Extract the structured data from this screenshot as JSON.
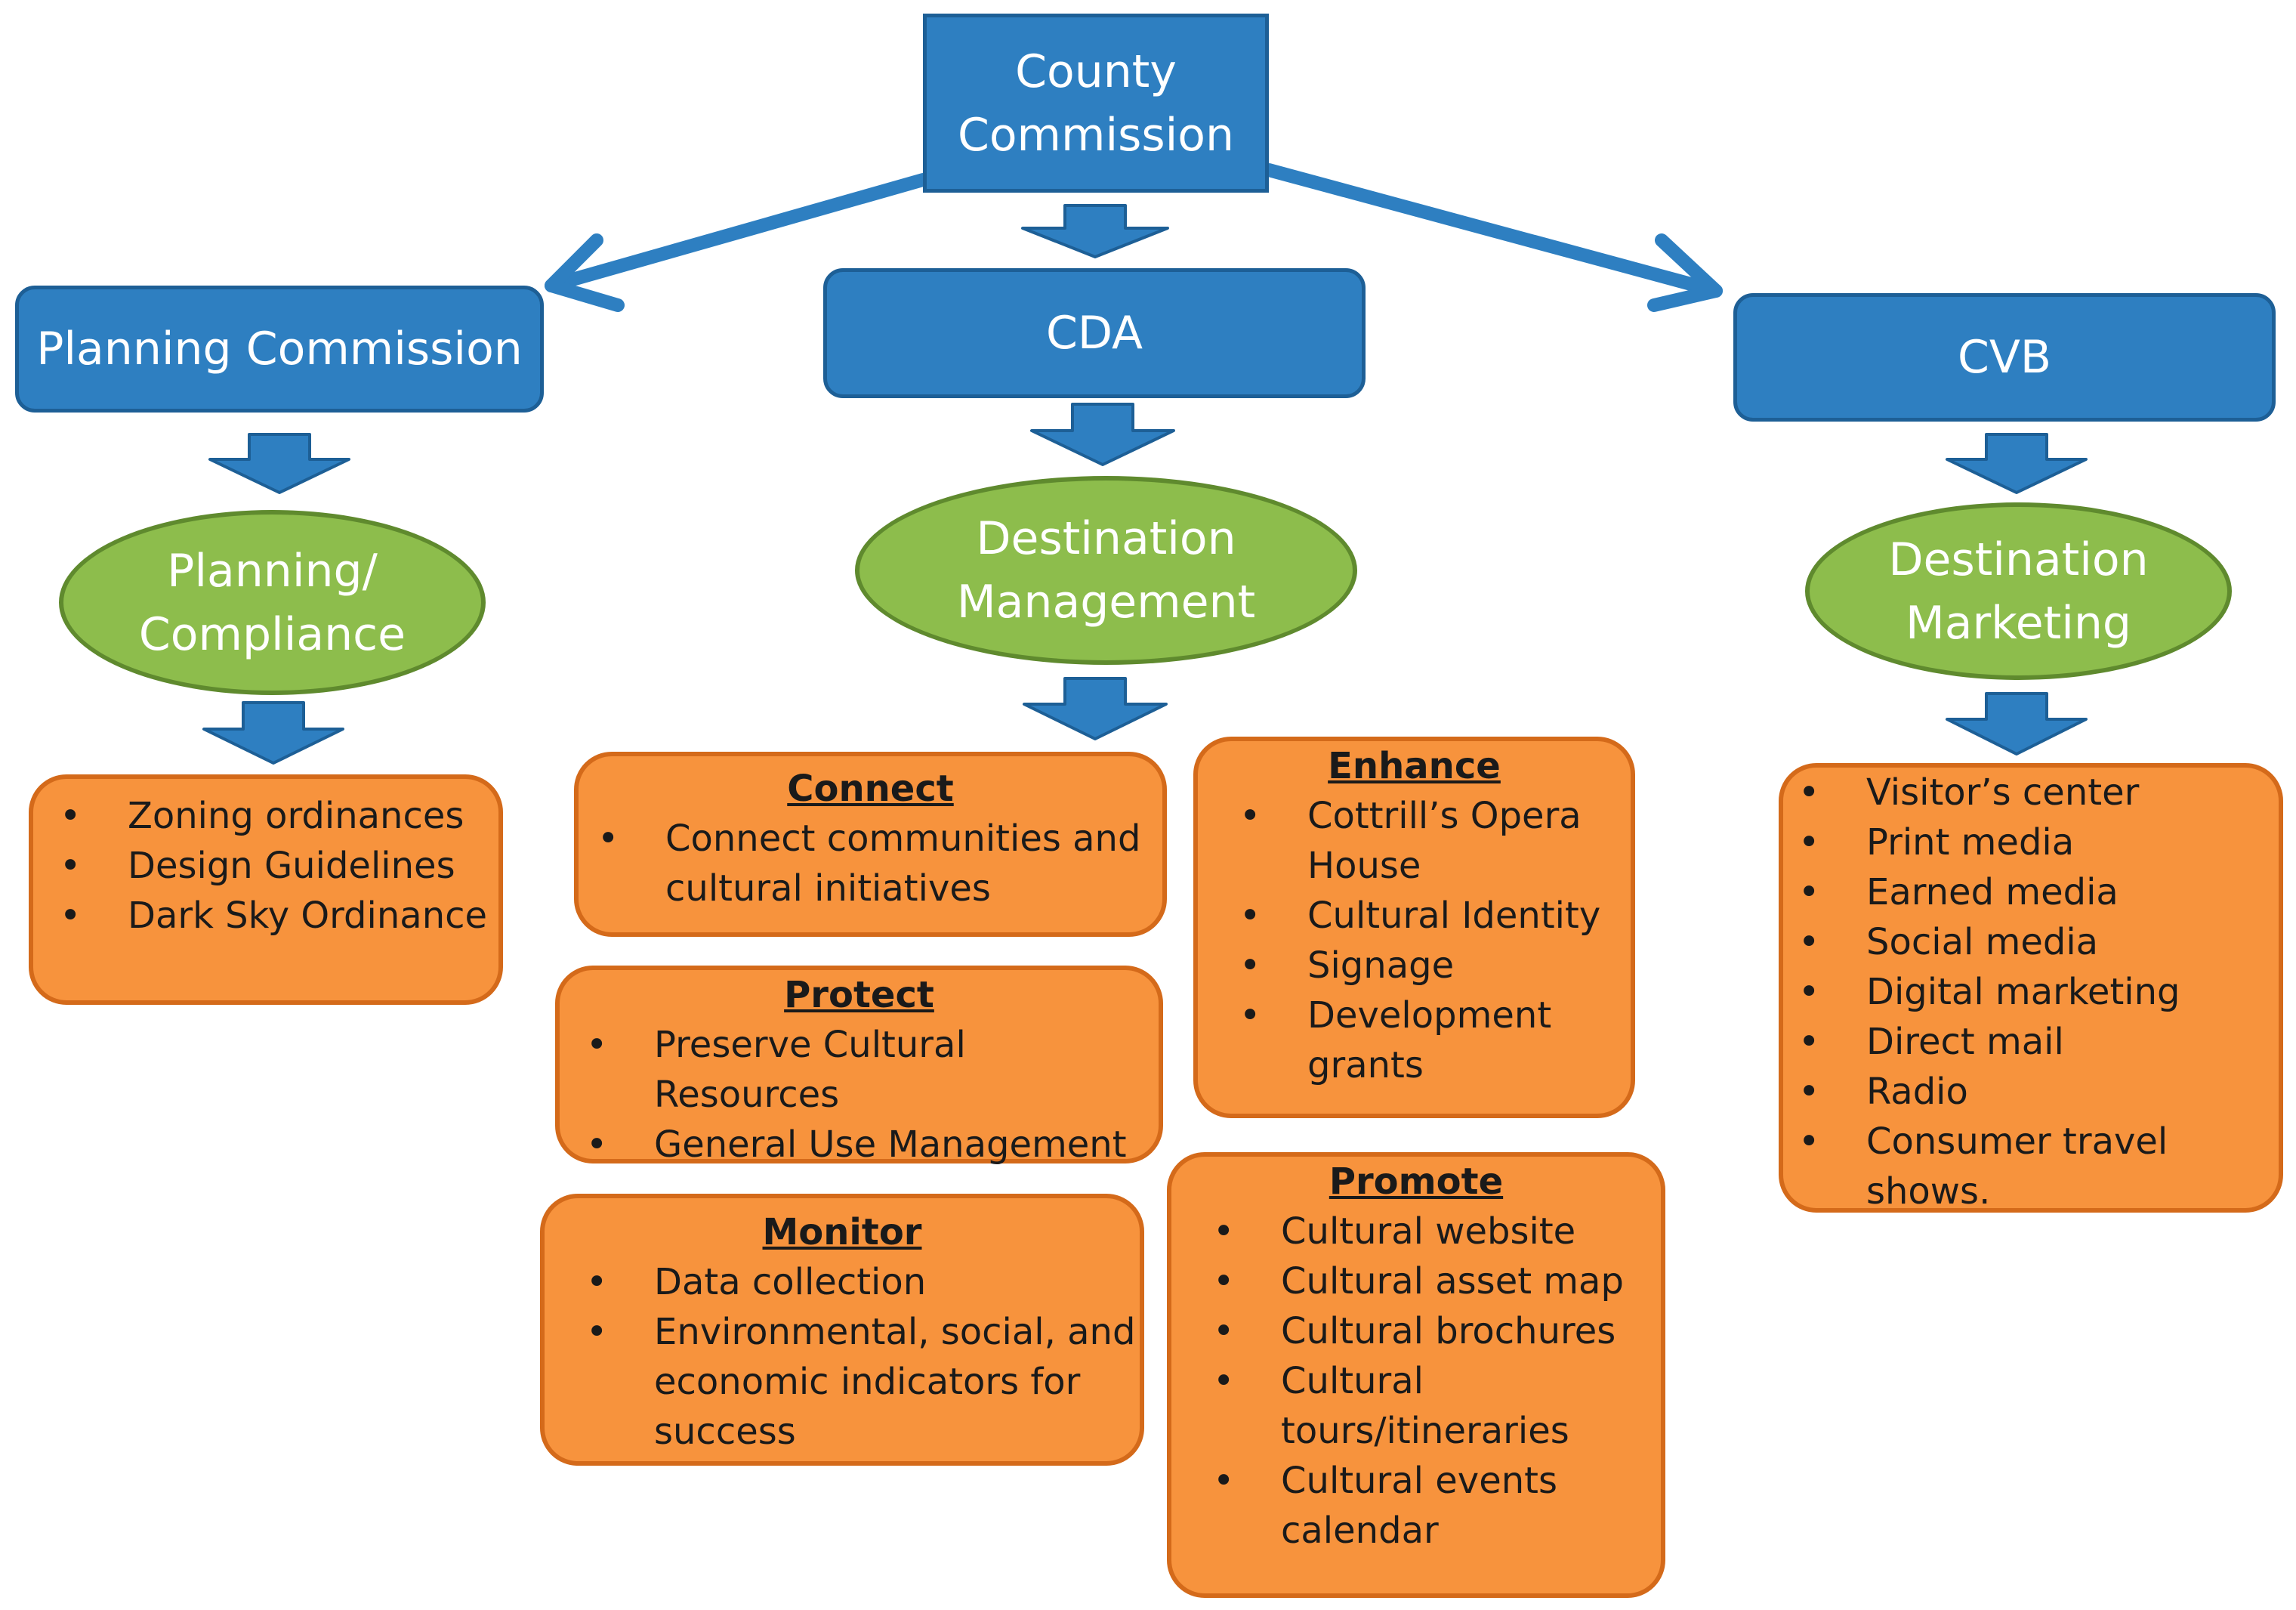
{
  "county_commission": {
    "line1": "County",
    "line2": "Commission"
  },
  "planning_commission": "Planning Commission",
  "cda": "CDA",
  "cvb": "CVB",
  "planning_compliance": {
    "line1": "Planning/",
    "line2": "Compliance"
  },
  "destination_management": {
    "line1": "Destination",
    "line2": "Management"
  },
  "destination_marketing": {
    "line1": "Destination",
    "line2": "Marketing"
  },
  "planning_list": [
    "Zoning ordinances",
    "Design Guidelines",
    "Dark Sky Ordinance"
  ],
  "connect": {
    "title": "Connect",
    "items": [
      [
        "Connect communities and",
        "cultural initiatives"
      ]
    ]
  },
  "protect": {
    "title": "Protect",
    "items": [
      [
        "Preserve Cultural Resources"
      ],
      [
        "General Use Management"
      ]
    ]
  },
  "monitor": {
    "title": "Monitor",
    "items": [
      [
        "Data collection"
      ],
      [
        "Environmental, social, and",
        "economic indicators for",
        "success"
      ]
    ]
  },
  "enhance": {
    "title": "Enhance",
    "items": [
      [
        "Cottrill’s Opera",
        "House"
      ],
      [
        "Cultural Identity"
      ],
      [
        "Signage"
      ],
      [
        "Development",
        "grants"
      ]
    ]
  },
  "promote": {
    "title": "Promote",
    "items": [
      [
        "Cultural website"
      ],
      [
        "Cultural asset map"
      ],
      [
        "Cultural brochures"
      ],
      [
        "Cultural",
        "tours/itineraries"
      ],
      [
        "Cultural events",
        "calendar"
      ]
    ]
  },
  "marketing_list": [
    [
      "Visitor’s center"
    ],
    [
      "Print media"
    ],
    [
      "Earned media"
    ],
    [
      "Social media"
    ],
    [
      "Digital marketing"
    ],
    [
      "Direct mail"
    ],
    [
      "Radio"
    ],
    [
      "Consumer travel",
      "shows."
    ]
  ]
}
